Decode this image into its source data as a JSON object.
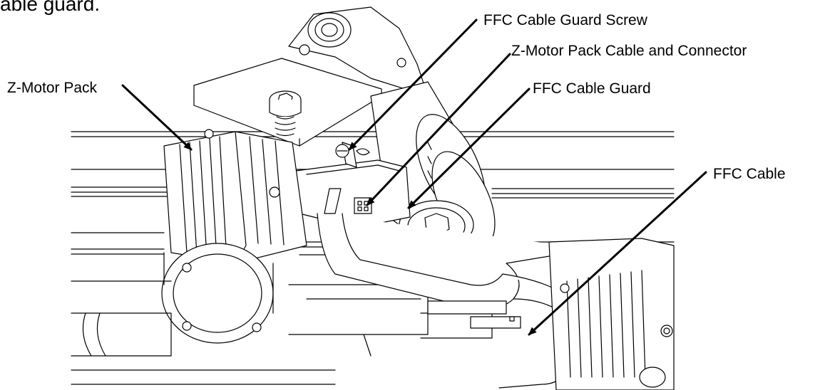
{
  "intro_text": "able guard.",
  "callouts": {
    "screw": "FFC Cable Guard Screw",
    "connector": "Z-Motor Pack Cable and Connector",
    "guard": "FFC Cable Guard",
    "cable": "FFC Cable",
    "motor": "Z-Motor Pack"
  },
  "colors": {
    "ink": "#000000",
    "paper": "#ffffff"
  }
}
